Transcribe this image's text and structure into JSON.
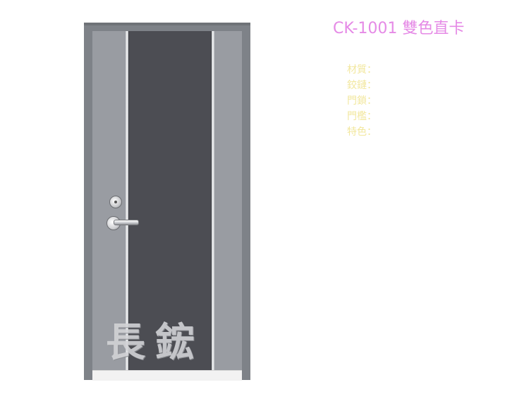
{
  "product": {
    "title": "CK-1001 雙色直卡"
  },
  "specs": {
    "material": "材質：",
    "hinge": "鉸鏈：",
    "lock": "門鎖：",
    "sill": "門檻：",
    "feature": "特色："
  },
  "brand": {
    "logo_text": "長鋐"
  },
  "colors": {
    "title": "#e58ae6",
    "specs": "#f2e79d",
    "frame": "#7e8288",
    "leaf": "#999ca2",
    "panel": "#4c4d53"
  }
}
